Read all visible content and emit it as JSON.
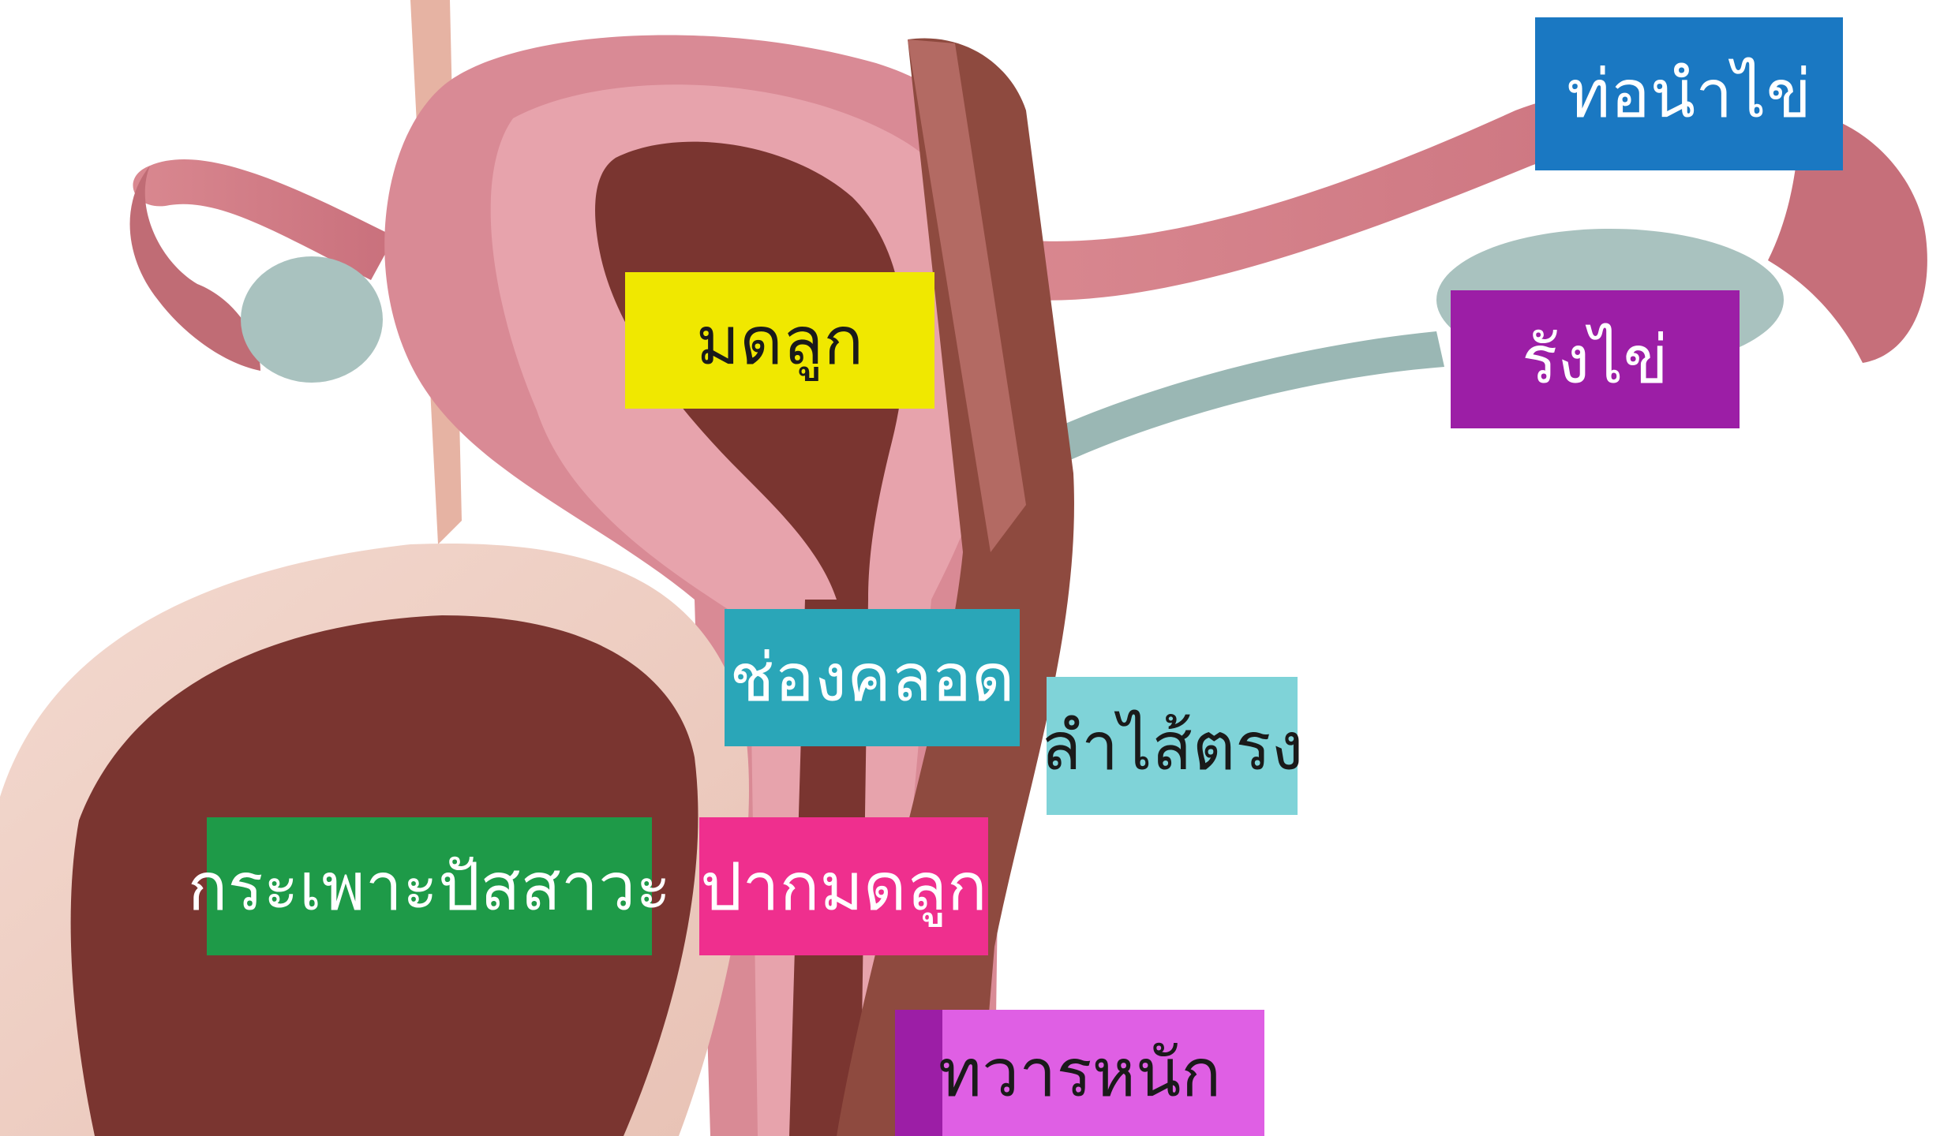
{
  "labels": {
    "fallopian_tube": "ท่อนำไข่",
    "ovary": "รังไข่",
    "uterus": "มดลูก",
    "vagina": "ช่องคลอด",
    "rectum": "ลำไส้ตรง",
    "bladder": "กระเพาะปัสสาวะ",
    "cervix": "ปากมดลูก",
    "anus": "ทวารหนัก"
  },
  "colors": {
    "fallopian_tube": "#1a78c2",
    "ovary": "#9c1ea6",
    "uterus": "#f0e800",
    "vagina": "#2aa6b8",
    "rectum": "#7fd3d8",
    "bladder": "#1e9a48",
    "cervix": "#ef2f8e",
    "anus_left": "#9c1ea6",
    "anus_right": "#df5fe4",
    "tissue": "#d98a95",
    "muscle": "#e7a3ac",
    "cavity": "#7a3530",
    "ovary_tissue": "#a9c2bf"
  }
}
